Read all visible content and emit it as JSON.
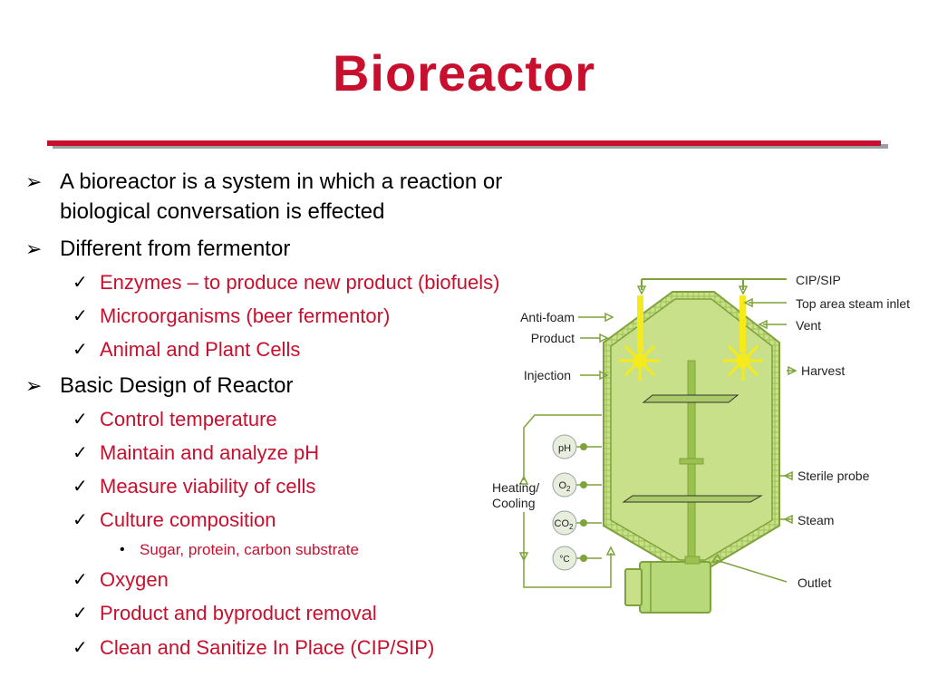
{
  "slide": {
    "title": "Bioreactor",
    "bullets": [
      {
        "level": 1,
        "text": "A bioreactor is a system in which a reaction or"
      },
      {
        "level": 1,
        "text": "biological conversation is effected",
        "continuation": true
      },
      {
        "level": 1,
        "text": "Different from fermentor"
      },
      {
        "level": 2,
        "text": "Enzymes – to produce new product (biofuels)"
      },
      {
        "level": 2,
        "text": "Microorganisms (beer fermentor)"
      },
      {
        "level": 2,
        "text": "Animal and Plant Cells"
      },
      {
        "level": 1,
        "text": "Basic Design of Reactor"
      },
      {
        "level": 2,
        "text": "Control temperature"
      },
      {
        "level": 2,
        "text": "Maintain and analyze pH"
      },
      {
        "level": 2,
        "text": "Measure viability of cells"
      },
      {
        "level": 2,
        "text": "Culture composition"
      },
      {
        "level": 3,
        "text": "Sugar, protein, carbon substrate"
      },
      {
        "level": 2,
        "text": "Oxygen"
      },
      {
        "level": 2,
        "text": "Product and byproduct removal"
      },
      {
        "level": 2,
        "text": "Clean and Sanitize In Place (CIP/SIP)"
      }
    ],
    "bullet_marks": {
      "level1": "➢",
      "level2": "✓",
      "level3": "•"
    },
    "colors": {
      "title": "#c8102e",
      "subtext": "#c8102e",
      "tank": "#c9e08a",
      "tank_outline": "#7da33a",
      "light": "#f4ea1c"
    }
  },
  "diagram": {
    "labels": {
      "cip": "CIP/SIP",
      "top_steam": "Top area steam inlet",
      "vent": "Vent",
      "harvest": "Harvest",
      "sterile_probe": "Sterile probe",
      "steam": "Steam",
      "outlet": "Outlet",
      "anti_foam": "Anti-foam",
      "product": "Product",
      "injection": "Injection",
      "heating": "Heating/",
      "cooling": "Cooling"
    },
    "probes": {
      "ph": "pH",
      "o2_base": "O",
      "o2_sub": "2",
      "co2_base": "CO",
      "co2_sub": "2",
      "temp": "°C"
    }
  }
}
